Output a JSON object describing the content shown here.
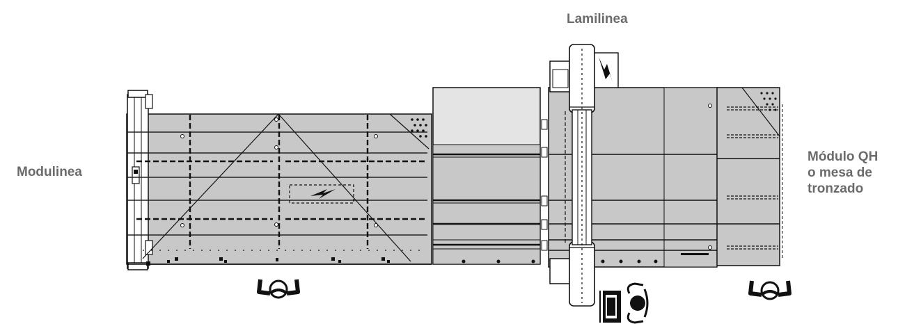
{
  "labels": {
    "lamilinea": "Lamilinea",
    "modulinea": "Modulinea",
    "modulo_qh": [
      "Módulo QH",
      "o mesa de",
      "tronzado"
    ]
  },
  "icons": [
    "lightning-warning-icon",
    "operator-icon",
    "control-console-icon"
  ],
  "colors": {
    "table_fill": "#c8c8c8",
    "light_fill": "#e4e4e4",
    "line": "#111111",
    "label_text": "#6b6b6b"
  }
}
